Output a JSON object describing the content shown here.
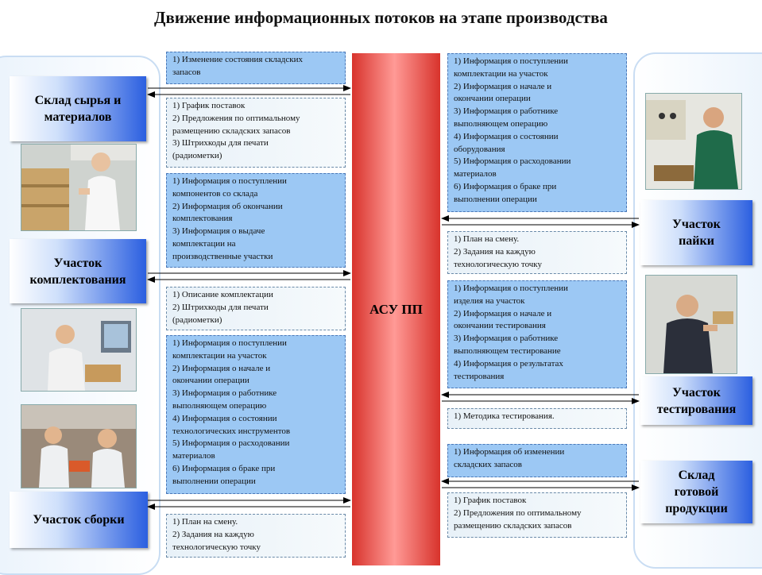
{
  "title": "Движение информационных потоков на этапе  производства",
  "center": "АСУ ПП",
  "departments": {
    "warehouse_raw": "Склад сырья и материалов",
    "kitting": "Участок комплектования",
    "assembly": "Участок сборки",
    "soldering": "Участок пайки",
    "testing": "Участок тестирования",
    "warehouse_finished": "Склад готовой продукции"
  },
  "left_boxes": [
    {
      "style": "blue",
      "lines": [
        "1) Изменение состояния складских",
        "запасов"
      ]
    },
    {
      "style": "light",
      "lines": [
        "1) График поставок",
        "2) Предложения по оптимальному",
        "размещению складских запасов",
        "3) Штрихкоды для печати",
        "(радиометки)"
      ]
    },
    {
      "style": "blue",
      "lines": [
        "1) Информация о поступлении",
        "компонентов со склада",
        "2) Информация об окончании",
        "комплектования",
        "3) Информация о выдаче",
        "комплектации на",
        "производственные участки"
      ]
    },
    {
      "style": "light",
      "lines": [
        "1) Описание комплектации",
        "2) Штрихкоды для печати",
        "(радиометки)"
      ]
    },
    {
      "style": "blue",
      "lines": [
        "1) Информация о поступлении",
        "комплектации на участок",
        "2) Информация о начале и",
        "окончании операции",
        "3) Информация о работнике",
        "выполняющем операцию",
        "4) Информация о состоянии",
        "технологических инструментов",
        "5) Информация о расходовании",
        "материалов",
        "6) Информация о браке при",
        "выполнении операции"
      ]
    },
    {
      "style": "light",
      "lines": [
        "1) План на смену.",
        "2) Задания на каждую",
        "технологическую точку"
      ]
    }
  ],
  "right_boxes": [
    {
      "style": "blue",
      "lines": [
        "1) Информация о поступлении",
        "комплектации на участок",
        "2) Информация о начале и",
        "окончании операции",
        "3) Информация о работнике",
        "выполняющем операцию",
        "4) Информация о состоянии",
        "оборудования",
        "5) Информация о расходовании",
        "материалов",
        "6) Информация о браке при",
        "выполнении операции"
      ]
    },
    {
      "style": "light",
      "lines": [
        "1) План на смену.",
        "2) Задания на каждую",
        "технологическую точку"
      ]
    },
    {
      "style": "blue",
      "lines": [
        "1) Информация о поступлении",
        "изделия на участок",
        "2) Информация о начале и",
        "окончании тестирования",
        "3) Информация о работнике",
        "выполняющем тестирование",
        "4) Информация о результатах",
        "тестирования"
      ]
    },
    {
      "style": "light",
      "lines": [
        "1) Методика тестирования."
      ]
    },
    {
      "style": "blue",
      "lines": [
        "1) Информация об изменении",
        "складских запасов"
      ]
    },
    {
      "style": "light",
      "lines": [
        "1) График поставок",
        "2) Предложения по оптимальному",
        "размещению складских запасов"
      ]
    }
  ],
  "photos": [
    "warehouse-worker-photo",
    "kitting-worker-photo",
    "assembly-workers-photo",
    "soldering-worker-photo",
    "testing-worker-photo"
  ],
  "colors": {
    "asu_red": "#d8332c",
    "box_blue": "#9cc8f4",
    "dept_blue": "#2b5fe0"
  }
}
